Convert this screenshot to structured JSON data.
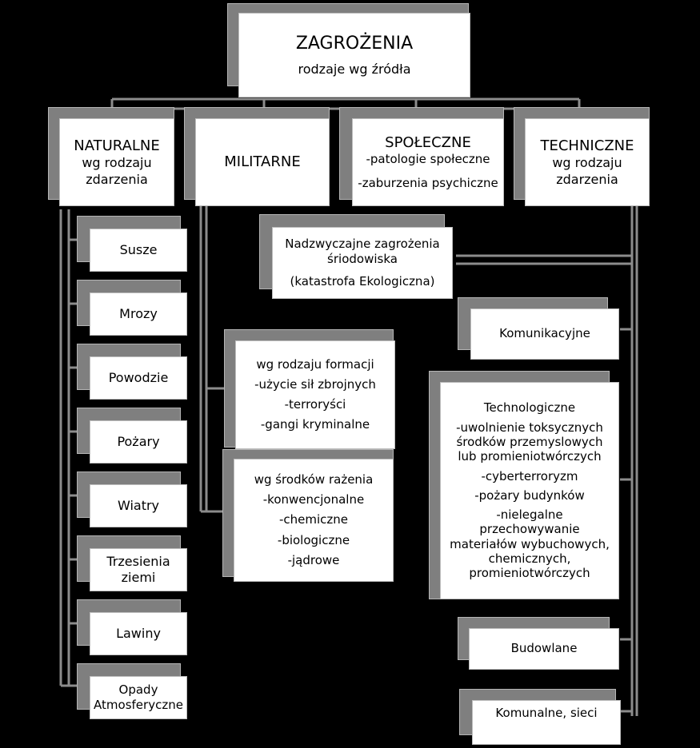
{
  "colors": {
    "background": "#000000",
    "box": "#ffffff",
    "shadow": "#7f7f7f",
    "connector": "#8c8c8c"
  },
  "root": {
    "title": "ZAGROŻENIA",
    "subtitle": "rodzaje wg źródła"
  },
  "categories": {
    "naturalne": {
      "title": "NATURALNE",
      "lines": [
        "wg rodzaju",
        "zdarzenia"
      ]
    },
    "militarne": {
      "title": "MILITARNE"
    },
    "spoleczne": {
      "title": "SPOŁECZNE",
      "lines": [
        "-patologie społeczne",
        "-zaburzenia psychiczne"
      ]
    },
    "techniczne": {
      "title": "TECHNICZNE",
      "lines": [
        "wg rodzaju",
        "zdarzenia"
      ]
    }
  },
  "naturalne_items": [
    "Susze",
    "Mrozy",
    "Powodzie",
    "Pożary",
    "Wiatry",
    "Trzesienia ziemi",
    "Lawiny",
    "Opady Atmosferyczne"
  ],
  "ecology": {
    "lines": [
      "Nadzwyczajne zagrożenia",
      "śriodowiska",
      "(katastrofa Ekologiczna)"
    ]
  },
  "militarne_formacje": {
    "lines": [
      "wg rodzaju formacji",
      "-użycie sił zbrojnych",
      "-terroryści",
      "-gangi kryminalne"
    ]
  },
  "militarne_srodki": {
    "lines": [
      "wg środków rażenia",
      "-konwencjonalne",
      "-chemiczne",
      "-biologiczne",
      "-jądrowe"
    ]
  },
  "techniczne_items": {
    "komunikacyjne": "Komunikacyjne",
    "technologiczne": {
      "title": "Technologiczne",
      "items": [
        {
          "lines": [
            "-uwolnienie toksycznych",
            "środków przemyslowych",
            "lub promieniotwórczych"
          ]
        },
        {
          "lines": [
            "-cyberterroryzm"
          ]
        },
        {
          "lines": [
            "-pożary budynków"
          ]
        },
        {
          "lines": [
            "-nielegalne",
            "przechowywanie",
            "materiałów wybuchowych,",
            "chemicznych,",
            "promieniotwórczych"
          ]
        }
      ]
    },
    "budowlane": "Budowlane",
    "komunalne": "Komunalne, sieci"
  }
}
